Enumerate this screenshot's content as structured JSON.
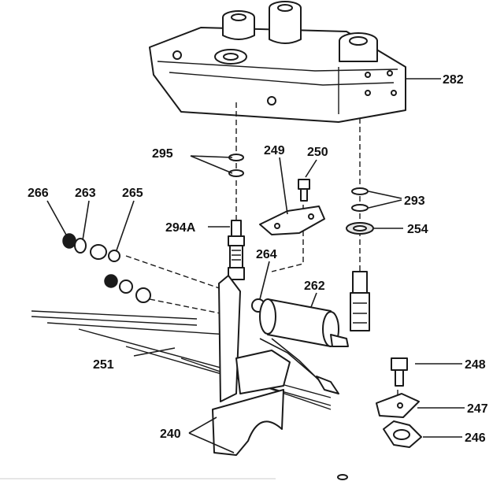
{
  "diagram": {
    "labels": {
      "p282": "282",
      "p295": "295",
      "p249": "249",
      "p250": "250",
      "p293": "293",
      "p254": "254",
      "p266": "266",
      "p263": "263",
      "p265": "265",
      "p294A": "294A",
      "p264": "264",
      "p262": "262",
      "p251": "251",
      "p248": "248",
      "p247": "247",
      "p246": "246",
      "p240": "240"
    }
  }
}
